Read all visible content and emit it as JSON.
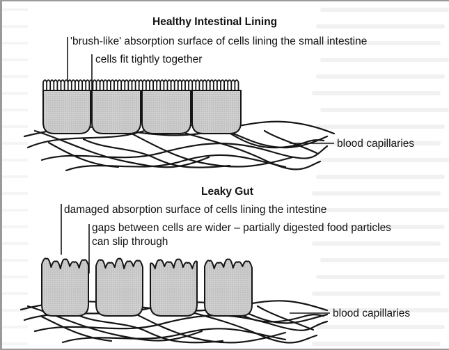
{
  "healthy": {
    "title": "Healthy Intestinal Lining",
    "label_surface": "'brush-like' absorption surface of cells lining the small intestine",
    "label_cells": "cells fit tightly together",
    "label_capillaries": "blood capillaries"
  },
  "leaky": {
    "title": "Leaky Gut",
    "label_surface": "damaged absorption surface of cells lining the intestine",
    "label_gaps_line1": "gaps between cells are wider – partially digested food particles",
    "label_gaps_line2": "can slip through",
    "label_capillaries": "blood capillaries"
  },
  "colors": {
    "page": "#ffffff",
    "scan_background": "#e4e4e4",
    "ink": "#111111",
    "cell_fill": "#d3d3d3",
    "border": "#222222"
  }
}
